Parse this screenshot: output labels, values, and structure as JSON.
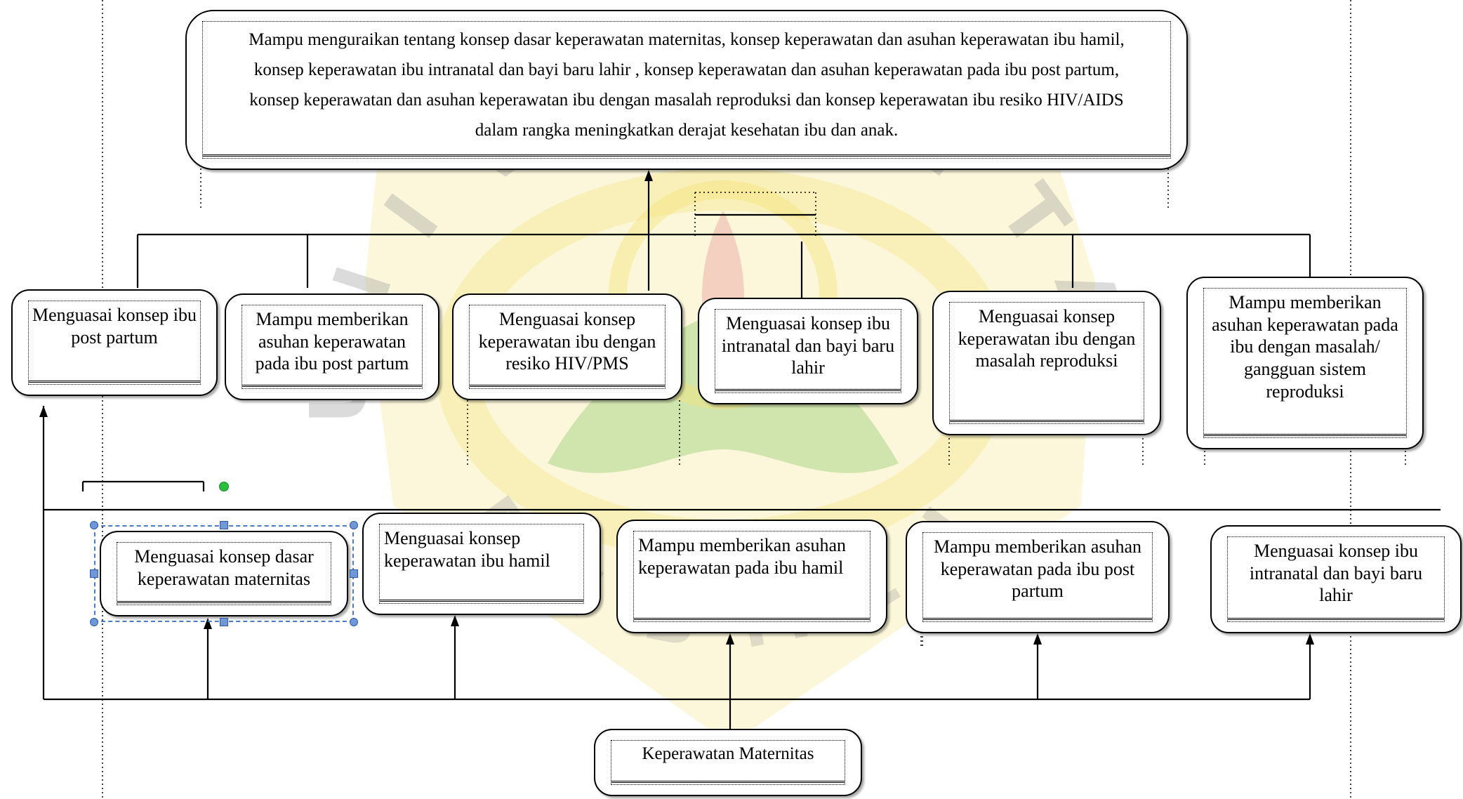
{
  "diagram": {
    "watermark": {
      "letters": [
        "U",
        "N",
        "I",
        "V",
        "E",
        "R",
        "S",
        "I",
        "T",
        "A",
        "S"
      ],
      "bottom_letters": [
        "J",
        "E",
        "M",
        "B",
        "E",
        "R"
      ],
      "colors": {
        "gold": "#f4e27a",
        "green": "#9bcf78",
        "red": "#e9a0a0",
        "grey": "#9a9a9a"
      }
    },
    "goal": "Mampu menguraikan tentang konsep dasar keperawatan maternitas,  konsep keperawatan dan asuhan keperawatan ibu hamil, konsep keperawatan ibu intranatal  dan bayi baru lahir , konsep keperawatan dan asuhan keperawatan  pada ibu post partum, konsep keperawatan dan asuhan keperawatan  ibu dengan masalah  reproduksi  dan konsep keperawatan  ibu resiko HIV/AIDS dalam rangka meningkatkan derajat kesehatan ibu dan anak.",
    "upper_row": [
      "Menguasai konsep ibu post partum",
      "Mampu memberikan asuhan keperawatan pada ibu post partum",
      "Menguasai konsep keperawatan ibu dengan resiko HIV/PMS",
      "Menguasai konsep ibu intranatal dan bayi baru lahir",
      "Menguasai konsep keperawatan ibu dengan masalah reproduksi",
      "Mampu memberikan asuhan keperawatan pada ibu dengan masalah/ gangguan sistem reproduksi"
    ],
    "lower_row": [
      "Menguasai konsep dasar keperawatan maternitas",
      "Menguasai konsep keperawatan ibu hamil",
      "Mampu memberikan  asuhan keperawatan pada ibu hamil",
      "Mampu memberikan asuhan keperawatan pada ibu post partum",
      "Menguasai konsep ibu intranatal dan bayi baru lahir"
    ],
    "root": "Keperawatan Maternitas"
  }
}
